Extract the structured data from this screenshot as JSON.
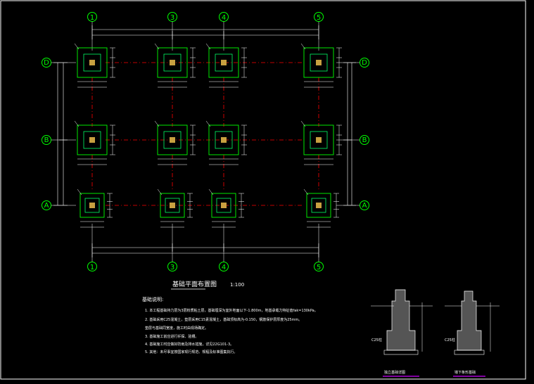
{
  "colors": {
    "background": "#000000",
    "border": "#ffffff",
    "axis_line": "#ffffff",
    "grid_dash": "#ff0000",
    "footing_outer": "#00ff00",
    "footing_inner": "#00ff66",
    "column": "#c8a040",
    "dimension": "#ffffff",
    "annotation": "#ffff00",
    "section_fill": "#aaaaaa",
    "underline": "#cc00ff"
  },
  "axes": {
    "top": [
      "1",
      "3",
      "4",
      "5"
    ],
    "bottom": [
      "1",
      "3",
      "4",
      "5"
    ],
    "left": [
      "D",
      "B",
      "A"
    ],
    "right": [
      "D",
      "B",
      "A"
    ]
  },
  "plan": {
    "title": "基础平面布置图",
    "scale": "1:100"
  },
  "notes": {
    "heading": "基础说明:",
    "items": [
      "1. 本工程基础持力层为3层粉质粘土层，基础埋深为室外地面以下-1.800m，地基承载力特征值fak=130kPa。",
      "2. 基础采用C25混凝土，垫层采用C15素混凝土，基础顶标高为-0.150，钢筋保护层厚度为25mm。",
      "   垫层与基础同宽度，施工时由现场确定。",
      "3. 基础施工前应进行钎探、验槽。",
      "4. 基础施工时应做好防雨及排水措施，详见22G101-3。",
      "5. 其他：未尽事宜按国家现行规范、规程及标准图集执行。"
    ]
  },
  "sections": [
    {
      "title": "独立基础详图",
      "label": "C25柱"
    },
    {
      "title": "墙下条形基础",
      "label": "C25柱"
    }
  ]
}
